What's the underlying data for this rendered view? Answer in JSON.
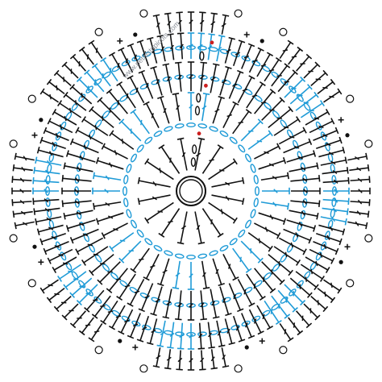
{
  "watermark": "www.petalstopicots.com",
  "colors": {
    "ink": "#111111",
    "blue": "#1f9bd7",
    "marker": "#cc1f1f"
  },
  "symbols": {
    "center": "magic-ring",
    "round1": "double-crochet",
    "round2_chain": "chain-oval",
    "round2": "double-crochet",
    "round3": "double-crochet",
    "round4_chain": "chain-oval",
    "round4": "double-crochet",
    "round5": "double-crochet",
    "edge_join": "single-crochet",
    "edge_dot": "slip-stitch",
    "petal_tip": "picot"
  },
  "chart_data": {
    "type": "crochet-diagram",
    "rounds": [
      {
        "round": 1,
        "stitch": "double-crochet",
        "color": "black",
        "count": 16
      },
      {
        "round": 2,
        "stitch": "chain",
        "color": "blue",
        "count": 36
      },
      {
        "round": 3,
        "stitch": "double-crochet",
        "color": "blue/black",
        "count": 40
      },
      {
        "round": 4,
        "stitch": "chain",
        "color": "blue",
        "count": 60
      },
      {
        "round": 5,
        "stitch": "double-crochet",
        "color": "black",
        "count": 64
      },
      {
        "round": 6,
        "stitch": "chain",
        "color": "blue",
        "count": 80
      },
      {
        "round": 7,
        "stitch": "double-crochet",
        "color": "blue/black",
        "count": 96
      }
    ],
    "petals": 8
  }
}
